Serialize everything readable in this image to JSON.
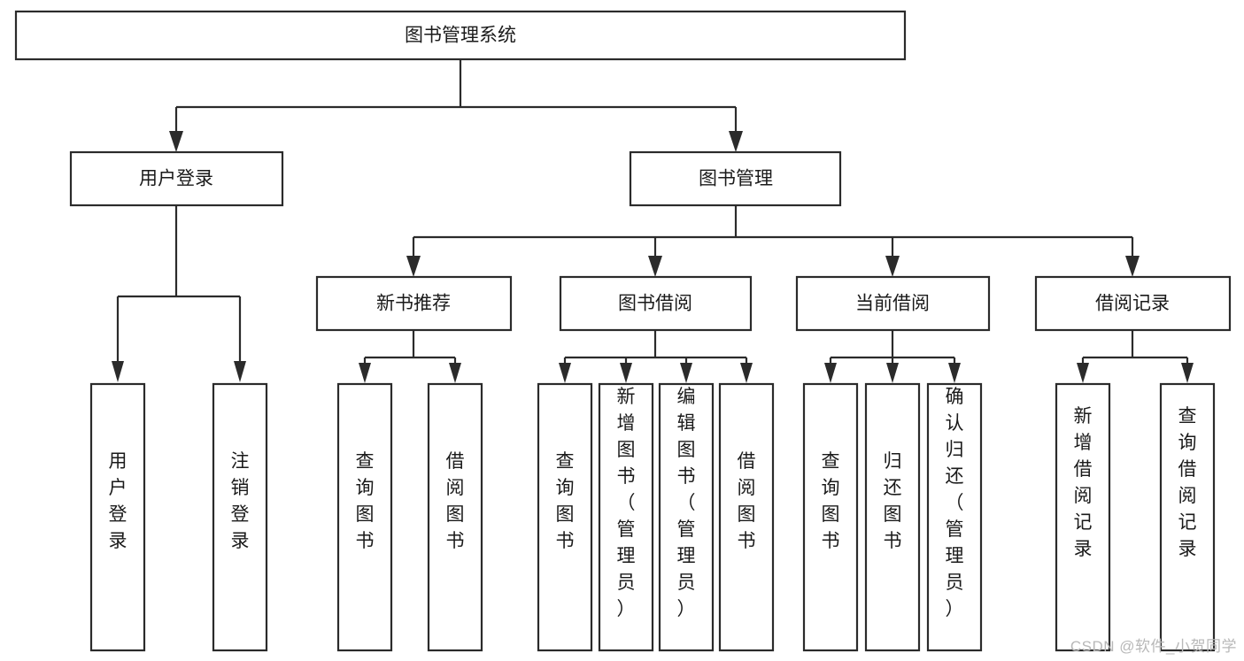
{
  "diagram": {
    "type": "tree-hierarchy",
    "title": "图书管理系统",
    "background_color": "#ffffff",
    "line_color": "#2b2b2b",
    "text_color": "#1a1a1a",
    "root": {
      "label": "图书管理系统"
    },
    "level2": [
      {
        "label": "用户登录"
      },
      {
        "label": "图书管理"
      }
    ],
    "level3": [
      {
        "label": "新书推荐"
      },
      {
        "label": "图书借阅"
      },
      {
        "label": "当前借阅"
      },
      {
        "label": "借阅记录"
      }
    ],
    "leaves": {
      "user_login": [
        {
          "label": "用户登录"
        },
        {
          "label": "注销登录"
        }
      ],
      "new_book_recommend": [
        {
          "label": "查询图书"
        },
        {
          "label": "借阅图书"
        }
      ],
      "book_borrow": [
        {
          "label": "查询图书"
        },
        {
          "label": "新增图书（管理员）"
        },
        {
          "label": "编辑图书（管理员）"
        },
        {
          "label": "借阅图书"
        }
      ],
      "current_borrow": [
        {
          "label": "查询图书"
        },
        {
          "label": "归还图书"
        },
        {
          "label": "确认归还（管理员）"
        }
      ],
      "borrow_record": [
        {
          "label": "新增借阅记录"
        },
        {
          "label": "查询借阅记录"
        }
      ]
    }
  },
  "watermark": {
    "text": "CSDN @软件_小贺同学"
  }
}
